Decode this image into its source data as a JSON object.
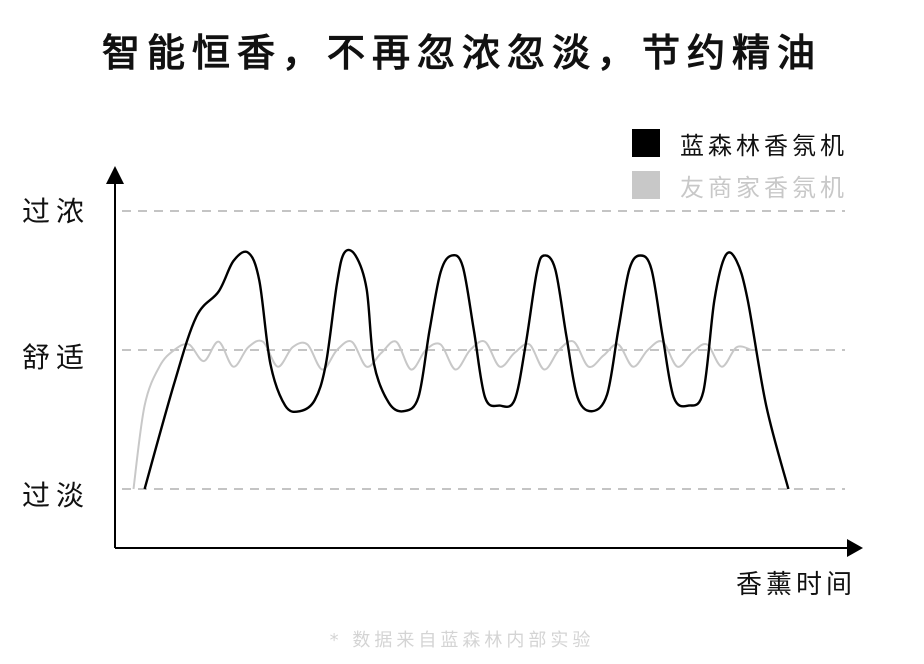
{
  "title": "智能恒香，不再忽浓忽淡，节约精油",
  "footnote": "* 数据来自蓝森林内部实验",
  "colors": {
    "brand": "#000000",
    "competitor": "#c8c8c8",
    "guide": "#b0b0b0",
    "axis": "#000000"
  },
  "chart_data": {
    "type": "line",
    "xlabel": "香薰时间",
    "ylabel": "",
    "y_categories": [
      "过淡",
      "舒适",
      "过浓"
    ],
    "y_levels": {
      "过浓": 1.0,
      "舒适": 0.5,
      "过淡": 0.0
    },
    "ylim": [
      -0.2,
      1.15
    ],
    "xlim": [
      0,
      100
    ],
    "grid": "dashed lines at 过淡, 舒适, 过浓",
    "legend_position": "top-right",
    "series": [
      {
        "name": "蓝森林香氛机",
        "color": "#000000",
        "points": [
          [
            4,
            0.0
          ],
          [
            8,
            0.38
          ],
          [
            11,
            0.62
          ],
          [
            14,
            0.71
          ],
          [
            16,
            0.82
          ],
          [
            18,
            0.85
          ],
          [
            19.5,
            0.75
          ],
          [
            21,
            0.45
          ],
          [
            23,
            0.3
          ],
          [
            25,
            0.28
          ],
          [
            27,
            0.32
          ],
          [
            28.5,
            0.45
          ],
          [
            30,
            0.74
          ],
          [
            31,
            0.85
          ],
          [
            32.5,
            0.84
          ],
          [
            34,
            0.72
          ],
          [
            35,
            0.45
          ],
          [
            37,
            0.31
          ],
          [
            39,
            0.28
          ],
          [
            41,
            0.33
          ],
          [
            42.5,
            0.57
          ],
          [
            44,
            0.78
          ],
          [
            45.5,
            0.84
          ],
          [
            47,
            0.8
          ],
          [
            48.5,
            0.57
          ],
          [
            50,
            0.33
          ],
          [
            52,
            0.3
          ],
          [
            54,
            0.32
          ],
          [
            55.5,
            0.52
          ],
          [
            57,
            0.78
          ],
          [
            58,
            0.84
          ],
          [
            59.5,
            0.79
          ],
          [
            61,
            0.55
          ],
          [
            62.5,
            0.33
          ],
          [
            64.5,
            0.28
          ],
          [
            66.5,
            0.34
          ],
          [
            68,
            0.57
          ],
          [
            69.5,
            0.79
          ],
          [
            71,
            0.84
          ],
          [
            72.5,
            0.79
          ],
          [
            74,
            0.55
          ],
          [
            75.5,
            0.33
          ],
          [
            77.5,
            0.3
          ],
          [
            79.5,
            0.35
          ],
          [
            81,
            0.68
          ],
          [
            82.5,
            0.84
          ],
          [
            84,
            0.82
          ],
          [
            85.5,
            0.68
          ],
          [
            88,
            0.3
          ],
          [
            91,
            0.0
          ]
        ]
      },
      {
        "name": "友商家香氛机",
        "color": "#c8c8c8",
        "points": [
          [
            2.5,
            0.0
          ],
          [
            4,
            0.3
          ],
          [
            6,
            0.44
          ],
          [
            8,
            0.5
          ],
          [
            10,
            0.52
          ],
          [
            12,
            0.46
          ],
          [
            14,
            0.53
          ],
          [
            16,
            0.44
          ],
          [
            18,
            0.51
          ],
          [
            20,
            0.53
          ],
          [
            22,
            0.44
          ],
          [
            24,
            0.51
          ],
          [
            26,
            0.52
          ],
          [
            28,
            0.43
          ],
          [
            30,
            0.5
          ],
          [
            32,
            0.53
          ],
          [
            34,
            0.44
          ],
          [
            36,
            0.49
          ],
          [
            38,
            0.53
          ],
          [
            40,
            0.43
          ],
          [
            42,
            0.5
          ],
          [
            44,
            0.52
          ],
          [
            46,
            0.43
          ],
          [
            48,
            0.5
          ],
          [
            50,
            0.53
          ],
          [
            52,
            0.44
          ],
          [
            54,
            0.49
          ],
          [
            56,
            0.52
          ],
          [
            58,
            0.43
          ],
          [
            60,
            0.5
          ],
          [
            62,
            0.53
          ],
          [
            64,
            0.44
          ],
          [
            66,
            0.48
          ],
          [
            68,
            0.52
          ],
          [
            70,
            0.44
          ],
          [
            72,
            0.5
          ],
          [
            74,
            0.53
          ],
          [
            76,
            0.44
          ],
          [
            78,
            0.49
          ],
          [
            80,
            0.52
          ],
          [
            82,
            0.44
          ],
          [
            84,
            0.51
          ],
          [
            86,
            0.5
          ]
        ]
      }
    ]
  }
}
